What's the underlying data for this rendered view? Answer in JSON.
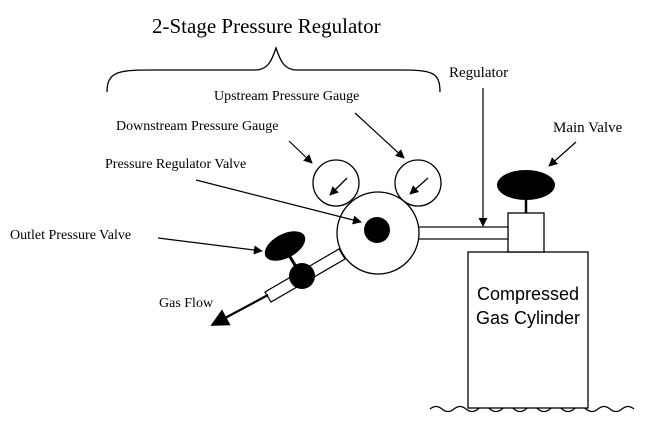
{
  "title": "2-Stage Pressure Regulator",
  "labels": {
    "regulator": "Regulator",
    "main_valve": "Main Valve",
    "upstream_gauge": "Upstream Pressure Gauge",
    "downstream_gauge": "Downstream Pressure Gauge",
    "regulator_valve": "Pressure Regulator Valve",
    "outlet_valve": "Outlet Pressure Valve",
    "gas_flow": "Gas Flow",
    "cylinder_line1": "Compressed",
    "cylinder_line2": "Gas Cylinder"
  }
}
